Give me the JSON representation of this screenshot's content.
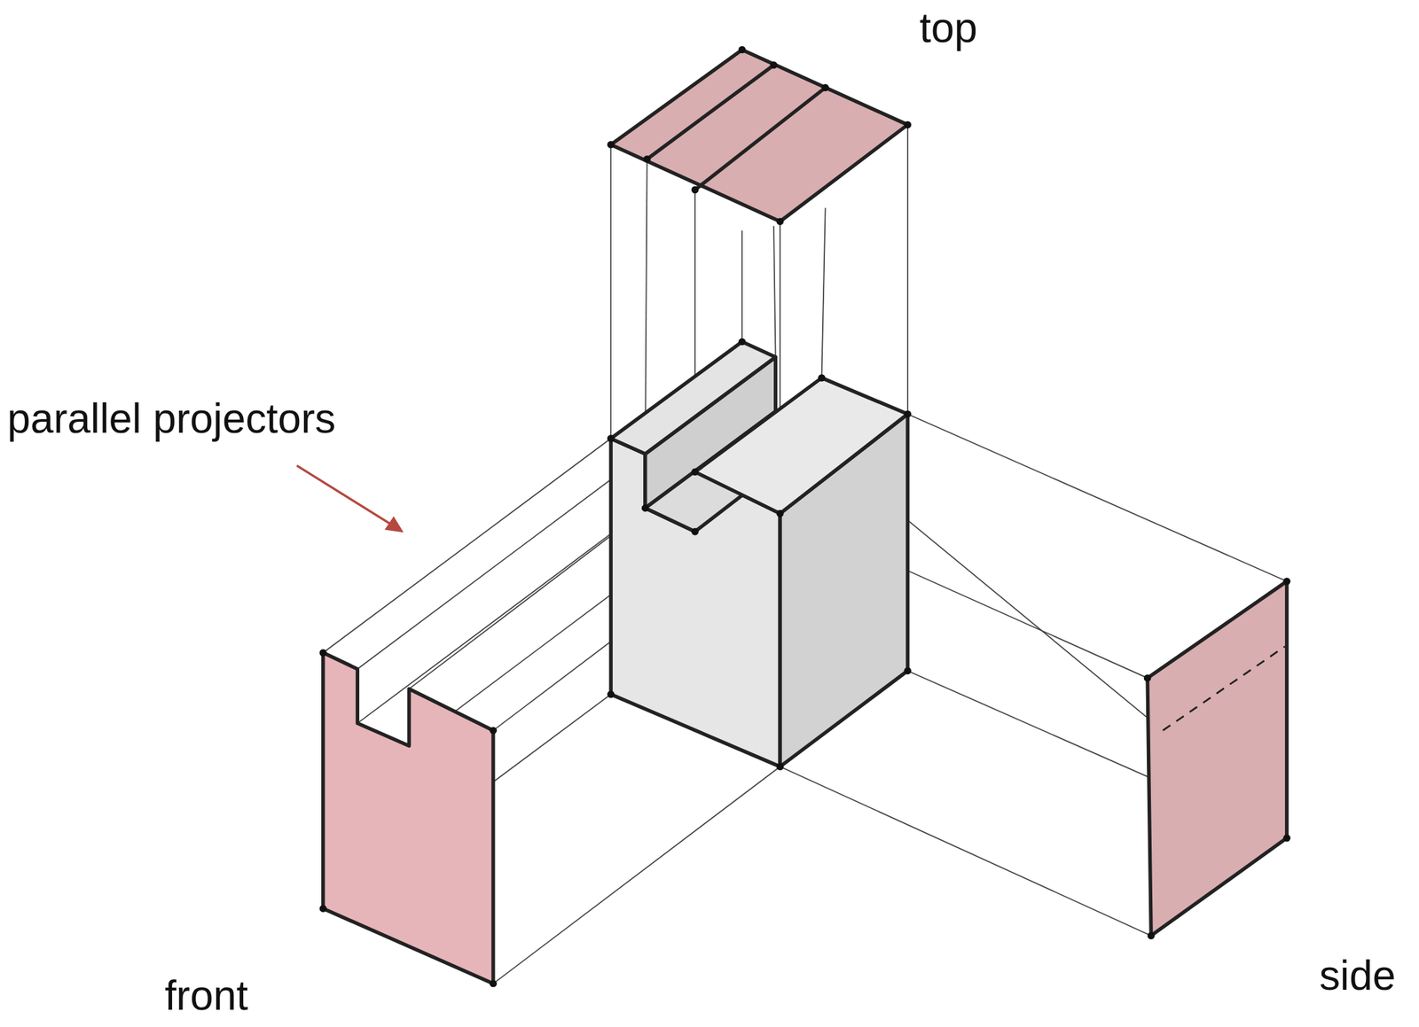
{
  "diagram": {
    "labels": [
      "top",
      "parallel projectors",
      "front",
      "side"
    ]
  }
}
